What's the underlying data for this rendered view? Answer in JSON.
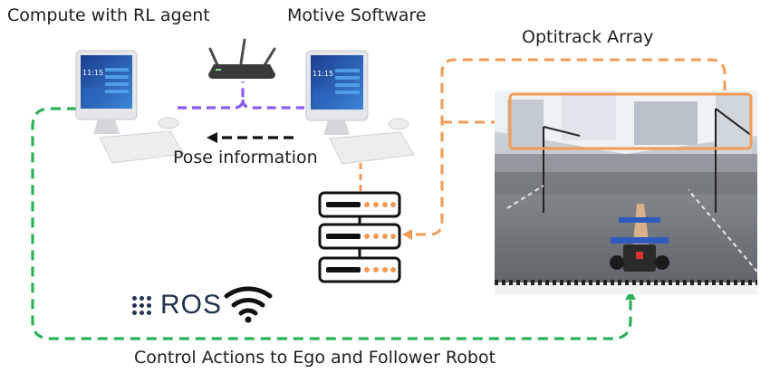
{
  "labels": {
    "compute": "Compute with RL agent",
    "motive": "Motive Software",
    "optitrack": "Optitrack Array",
    "pose": "Pose information",
    "control": "Control Actions to Ego and Follower Robot",
    "ros": "ROS"
  },
  "screen_text": {
    "time_left": "11:15",
    "time_right": "11:15"
  },
  "colors": {
    "green": "#2bb157",
    "orange": "#f39a55",
    "purple": "#8a5cf0",
    "black": "#111111",
    "ros": "#22314e"
  },
  "icons": [
    "computer-icon",
    "router-icon",
    "server-icon",
    "ros-logo",
    "wifi-icon"
  ]
}
